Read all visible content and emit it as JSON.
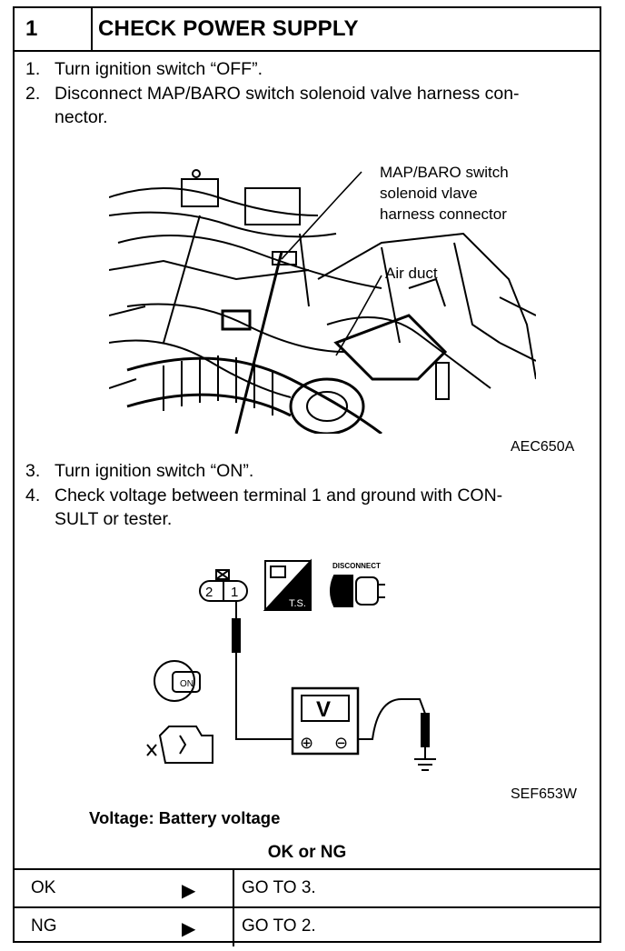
{
  "header": {
    "number": "1",
    "title": "CHECK POWER SUPPLY"
  },
  "steps": [
    {
      "num": "1.",
      "line1": "Turn ignition switch “OFF”.",
      "line2": ""
    },
    {
      "num": "2.",
      "line1": "Disconnect MAP/BARO switch solenoid valve harness con-",
      "line2": "nector."
    },
    {
      "num": "3.",
      "line1": "Turn ignition switch “ON”.",
      "line2": ""
    },
    {
      "num": "4.",
      "line1": "Check voltage between terminal 1 and ground with CON-",
      "line2": "SULT or tester."
    }
  ],
  "figure1": {
    "callout1": [
      "MAP/BARO switch",
      "solenoid vlave",
      "harness connector"
    ],
    "callout2": "Air duct",
    "code": "AEC650A"
  },
  "figure2": {
    "connector_pins": [
      "2",
      "1"
    ],
    "ts_label": "T.S.",
    "disconnect_label": "DISCONNECT",
    "on_label": "ON",
    "meter_label": "V",
    "plus": "⊕",
    "minus": "⊖",
    "code": "SEF653W"
  },
  "spec": "Voltage: Battery voltage",
  "result_heading": "OK or NG",
  "results": [
    {
      "key": "OK",
      "arrow": "▶",
      "action": "GO TO 3."
    },
    {
      "key": "NG",
      "arrow": "▶",
      "action": "GO TO 2."
    }
  ]
}
